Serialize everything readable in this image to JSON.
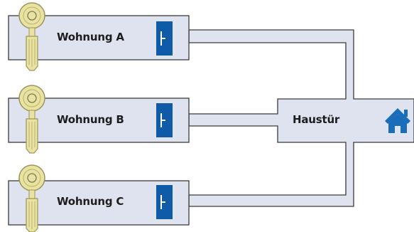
{
  "colors": {
    "background": "#ffffff",
    "box_fill": "#dfe3ef",
    "box_stroke": "#3b3b3b",
    "lock_blue": "#0f5ba7",
    "key_gold": "#eae3a0",
    "house_blue": "#1a6db8"
  },
  "apartments": [
    {
      "label": "Wohnung A"
    },
    {
      "label": "Wohnung B"
    },
    {
      "label": "Wohnung C"
    }
  ],
  "front_door": {
    "label": "Haustür",
    "icon": "house-icon"
  },
  "icons": {
    "key": "key-icon",
    "cylinder_lock": "lock-cylinder-icon"
  }
}
